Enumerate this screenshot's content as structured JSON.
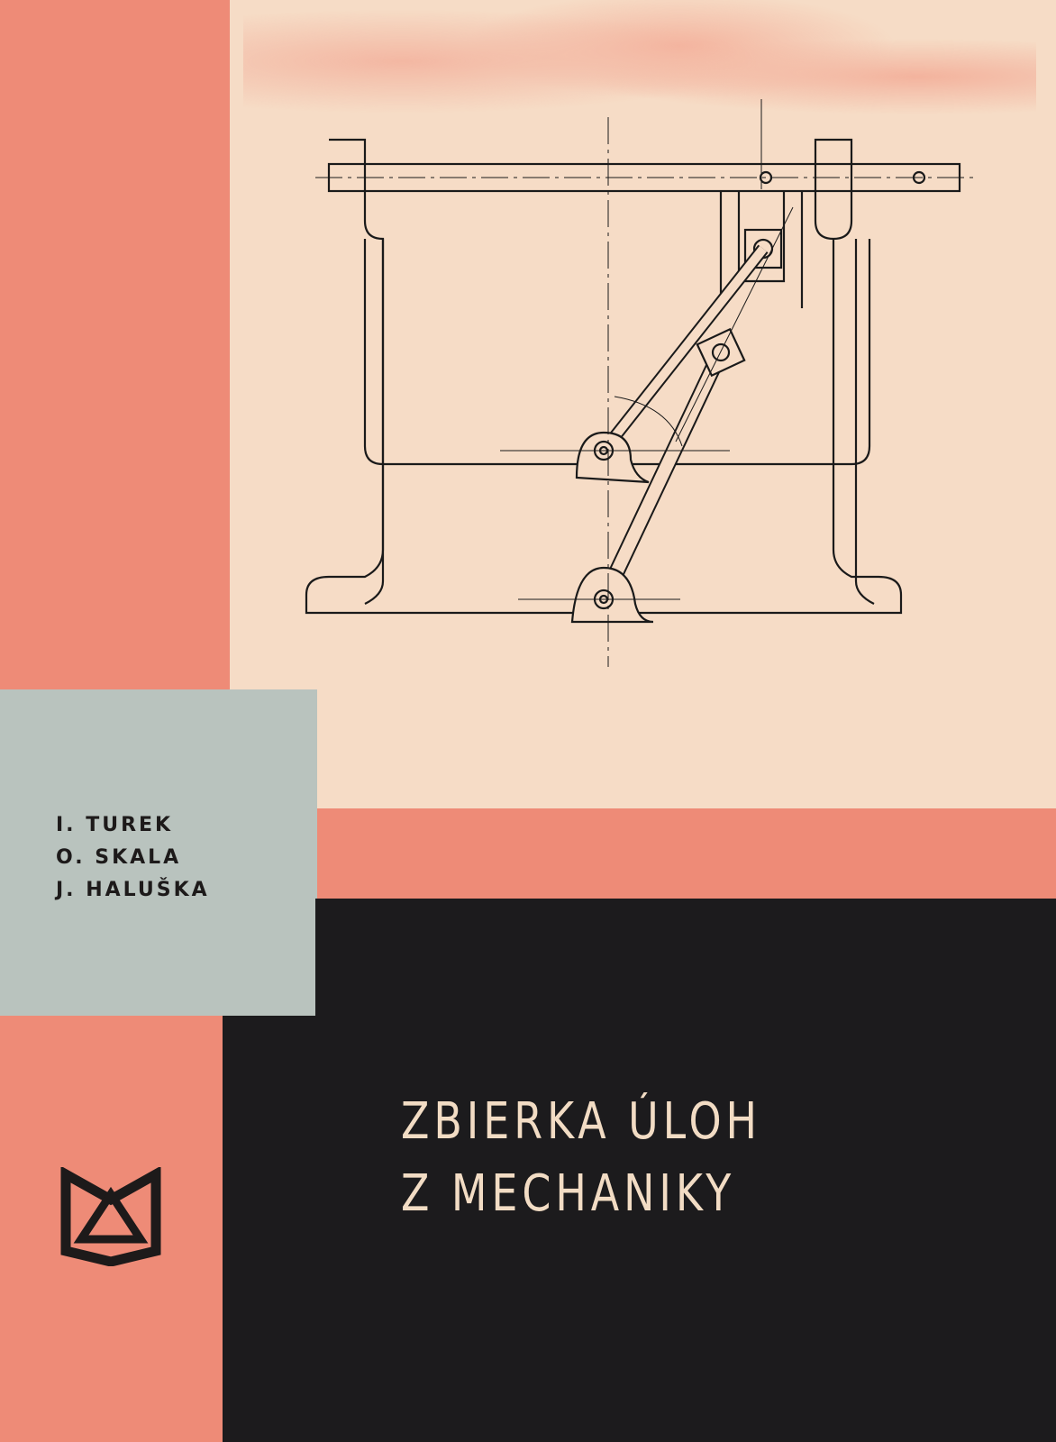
{
  "cover": {
    "authors": [
      "I. TUREK",
      "O. SKALA",
      "J. HALUŠKA"
    ],
    "title_line1": "ZBIERKA ÚLOH",
    "title_line2": "Z MECHANIKY",
    "publisher_logo": "A",
    "colors": {
      "salmon": "#ee8b77",
      "cream": "#f6dcc6",
      "blue_grey": "#b9c3be",
      "black": "#1c1b1d"
    }
  }
}
